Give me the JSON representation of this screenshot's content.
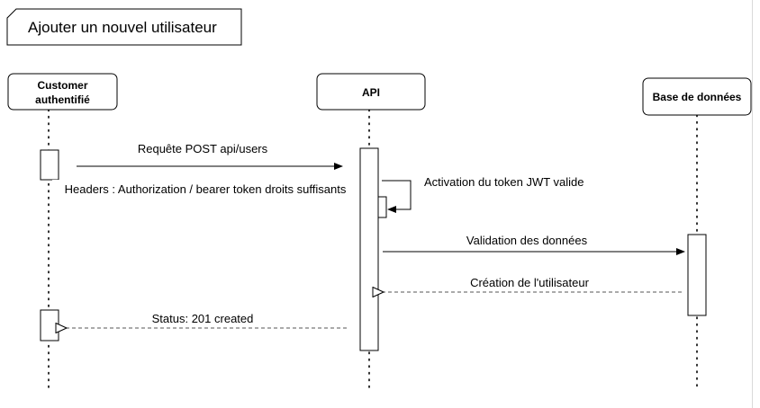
{
  "frame": {
    "title": "Ajouter un nouvel utilisateur"
  },
  "participants": {
    "customer": {
      "line1": "Customer",
      "line2": "authentifié"
    },
    "api": {
      "label": "API"
    },
    "db": {
      "label": "Base de données"
    }
  },
  "messages": {
    "request": "Requête POST api/users",
    "headers": "Headers : Authorization / bearer token droits suffisants",
    "activation": "Activation du token JWT valide",
    "validation": "Validation des données",
    "creation": "Création de l'utilisateur",
    "status": "Status: 201 created"
  },
  "colors": {
    "stroke": "#000000",
    "dashed": "#555555",
    "border": "#d9d9d9"
  }
}
